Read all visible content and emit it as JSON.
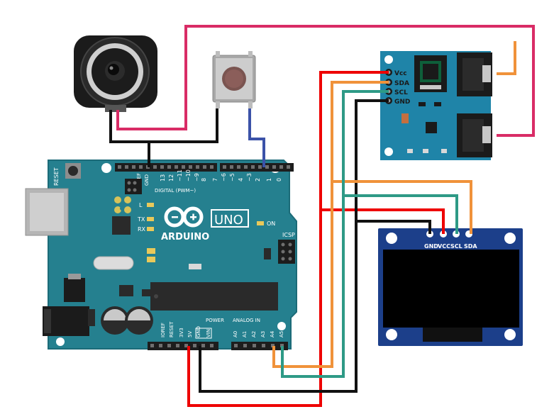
{
  "board": {
    "brand": "ARDUINO",
    "model": "UNO",
    "reset_label": "RESET",
    "aref": "AREF",
    "gnd_top": "GND",
    "digital_pins": [
      "13",
      "12",
      "~11",
      "~10",
      "~9",
      "8",
      "7",
      "~6",
      "~5",
      "4",
      "~3",
      "2",
      "1",
      "0"
    ],
    "digital_caption": "DIGITAL (PWM~)",
    "tx": "TX",
    "rx": "RX",
    "l": "L",
    "on": "ON",
    "icsp": "ICSP",
    "power_header": "POWER",
    "analog_header": "ANALOG IN",
    "power_pins": [
      "IOREF",
      "RESET",
      "3V3",
      "5V",
      "GND",
      "VIN"
    ],
    "analog_pins": [
      "A0",
      "A1",
      "A2",
      "A3",
      "A4",
      "A5"
    ]
  },
  "audio_module": {
    "pins": [
      "Vcc",
      "SDA",
      "SCL",
      "GND"
    ]
  },
  "oled": {
    "pins": [
      "GND",
      "VCC",
      "SCL",
      "SDA"
    ]
  },
  "colors": {
    "board": "#25808f",
    "board_edge": "#1c6b78",
    "module": "#1f84a8",
    "oled_frame": "#1c3f8a",
    "wire_red": "#ee0000",
    "wire_black": "#111111",
    "wire_orange": "#f0923a",
    "wire_teal": "#2e9a86",
    "wire_pink": "#d92c66",
    "wire_blue": "#3b52a8"
  }
}
